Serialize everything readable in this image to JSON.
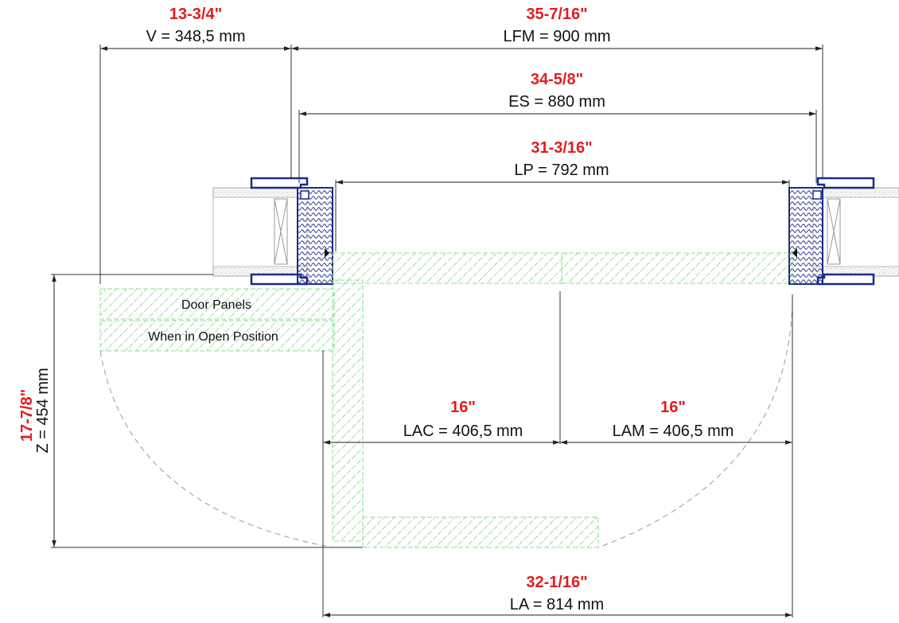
{
  "dimensions": {
    "V": {
      "imperial": "13-3/4\"",
      "metric": "V = 348,5 mm"
    },
    "LFM": {
      "imperial": "35-7/16\"",
      "metric": "LFM = 900 mm"
    },
    "ES": {
      "imperial": "34-5/8\"",
      "metric": "ES = 880 mm"
    },
    "LP": {
      "imperial": "31-3/16\"",
      "metric": "LP = 792 mm"
    },
    "LAC": {
      "imperial": "16\"",
      "metric": "LAC = 406,5 mm"
    },
    "LAM": {
      "imperial": "16\"",
      "metric": "LAM = 406,5 mm"
    },
    "LA": {
      "imperial": "32-1/16\"",
      "metric": "LA = 814 mm"
    },
    "Z": {
      "imperial": "17-7/8\"",
      "metric": "Z = 454 mm"
    }
  },
  "labels": {
    "panel_line1": "Door Panels",
    "panel_line2": "When in Open Position"
  },
  "colors": {
    "imperial_text": "#e11d1d",
    "frame_outline": "#1c2a8a",
    "panel_hatch": "#5cc95c",
    "swing_arc": "#9a9a9a"
  }
}
